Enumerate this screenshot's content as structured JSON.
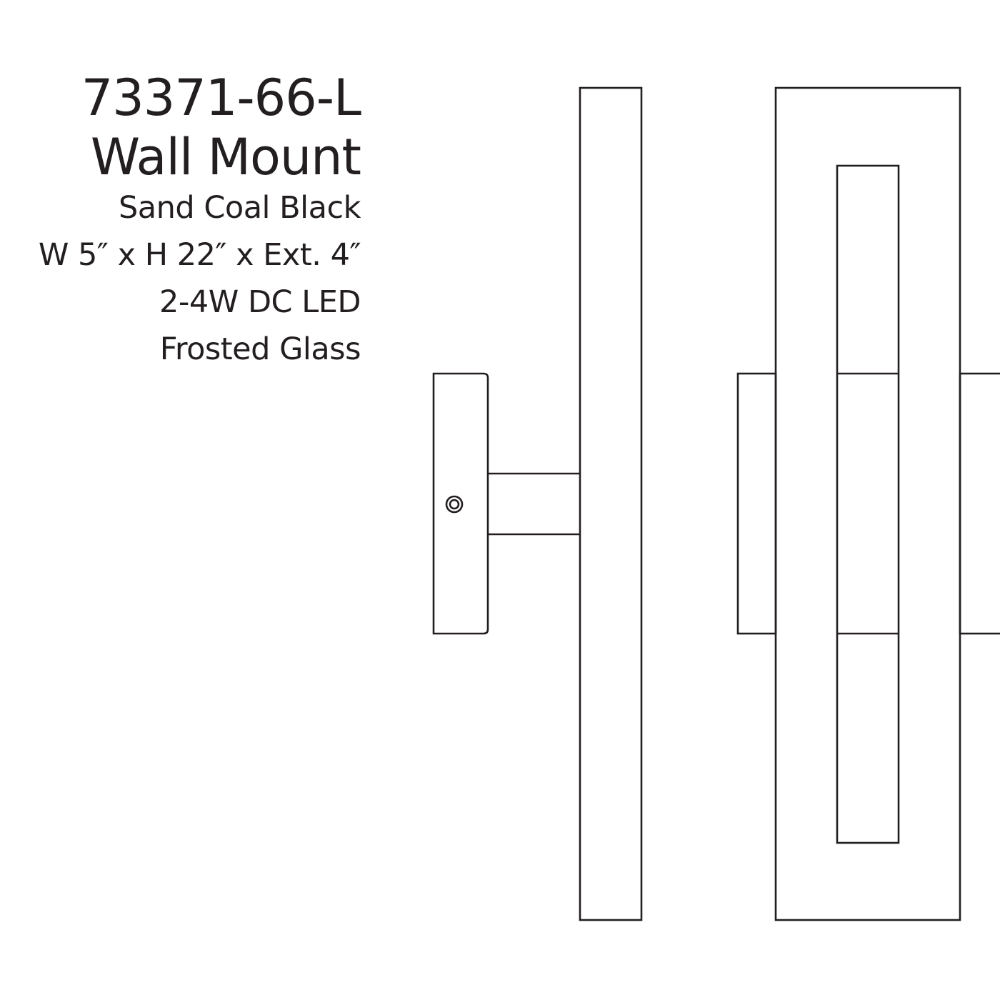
{
  "product": {
    "model": "73371-66-L",
    "type": "Wall Mount",
    "finish": "Sand Coal Black",
    "dimensions": "W 5″ x H 22″ x Ext. 4″",
    "lamp": "2-4W DC LED",
    "glass": "Frosted Glass"
  },
  "drawing": {
    "views": [
      "side-view",
      "front-view"
    ],
    "line_color": "#231f20"
  }
}
